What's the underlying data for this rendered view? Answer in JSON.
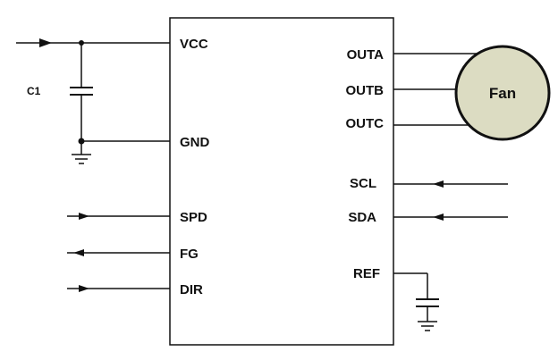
{
  "diagram": {
    "ic": {
      "left_pins": {
        "vcc": "VCC",
        "gnd": "GND",
        "spd": "SPD",
        "fg": "FG",
        "dir": "DIR"
      },
      "right_pins": {
        "outa": "OUTA",
        "outb": "OUTB",
        "outc": "OUTC",
        "scl": "SCL",
        "sda": "SDA",
        "ref": "REF"
      }
    },
    "capacitor_label": "C1",
    "fan_label": "Fan",
    "colors": {
      "fan_fill": "#dcdcc2",
      "line": "#111111"
    }
  }
}
